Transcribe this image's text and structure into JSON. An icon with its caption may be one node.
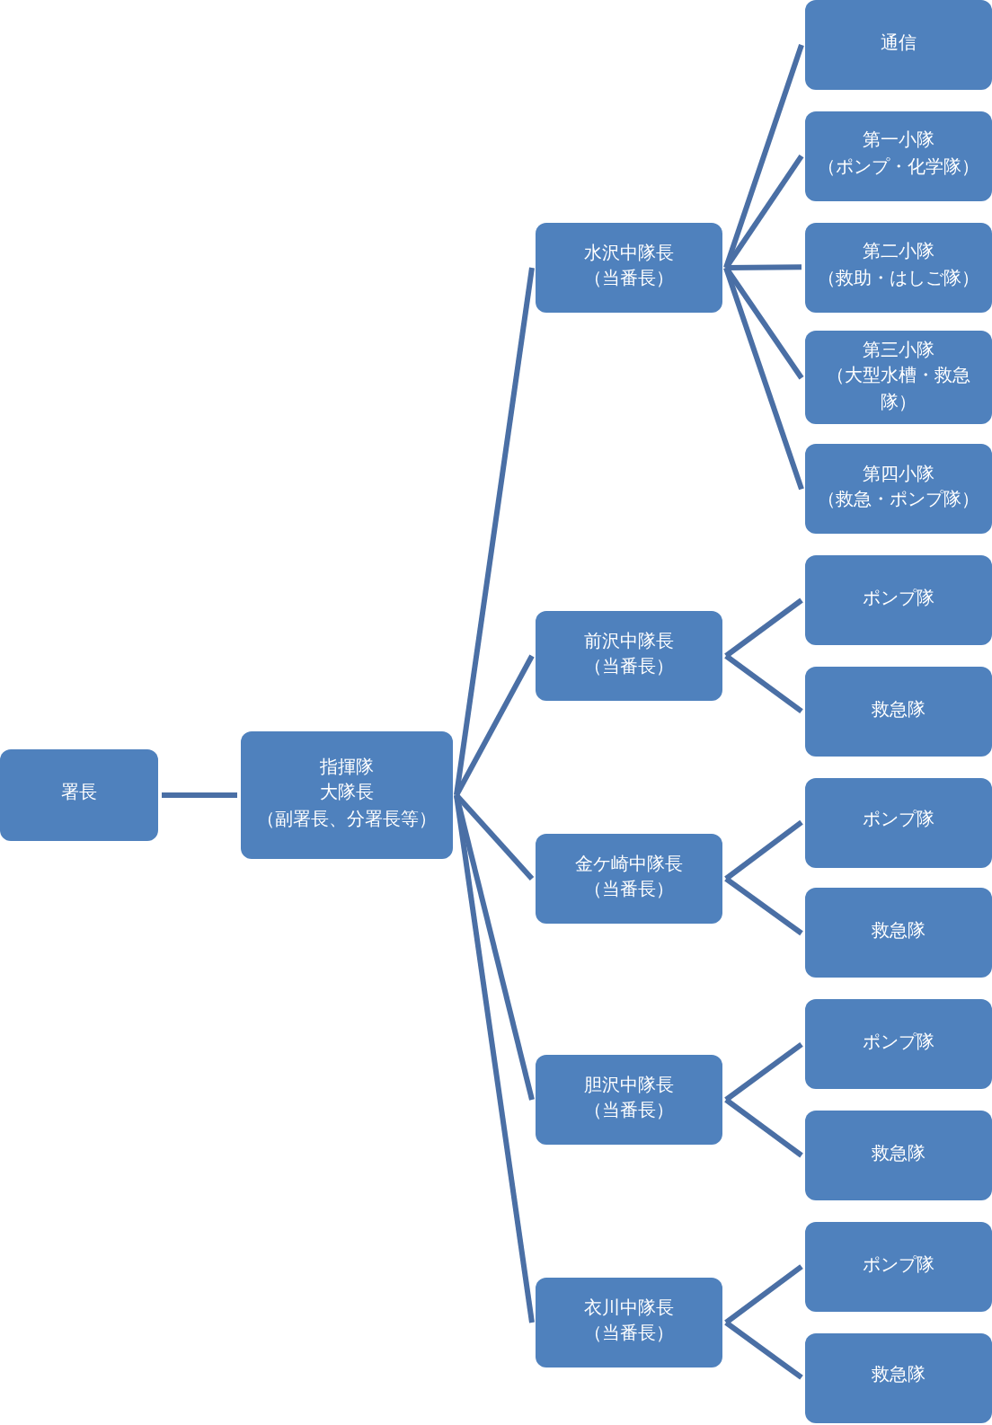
{
  "diagram": {
    "nodes": [
      {
        "text": [
          "署長"
        ]
      },
      {
        "text": [
          "指揮隊",
          "大隊長",
          "（副署長、分署長等）"
        ]
      },
      {
        "text": [
          "水沢中隊長",
          "（当番長）"
        ]
      },
      {
        "text": [
          "通信"
        ]
      },
      {
        "text": [
          "第一小隊",
          "（ポンプ・化学隊）"
        ]
      },
      {
        "text": [
          "第二小隊",
          "（救助・はしご隊）"
        ]
      },
      {
        "text": [
          "第三小隊",
          "（大型水槽・救急隊）"
        ]
      },
      {
        "text": [
          "第四小隊",
          "（救急・ポンプ隊）"
        ]
      },
      {
        "text": [
          "前沢中隊長",
          "（当番長）"
        ]
      },
      {
        "text": [
          "ポンプ隊"
        ]
      },
      {
        "text": [
          "救急隊"
        ]
      },
      {
        "text": [
          "金ケ崎中隊長",
          "（当番長）"
        ]
      },
      {
        "text": [
          "ポンプ隊"
        ]
      },
      {
        "text": [
          "救急隊"
        ]
      },
      {
        "text": [
          "胆沢中隊長",
          "（当番長）"
        ]
      },
      {
        "text": [
          "ポンプ隊"
        ]
      },
      {
        "text": [
          "救急隊"
        ]
      },
      {
        "text": [
          "衣川中隊長",
          "（当番長）"
        ]
      },
      {
        "text": [
          "ポンプ隊"
        ]
      },
      {
        "text": [
          "救急隊"
        ]
      }
    ],
    "edges": [
      {
        "from": 0,
        "to": 1,
        "arrow": "none"
      },
      {
        "from": 1,
        "to": 2,
        "arrow": "none"
      },
      {
        "from": 1,
        "to": 8,
        "arrow": "none"
      },
      {
        "from": 1,
        "to": 11,
        "arrow": "none"
      },
      {
        "from": 1,
        "to": 14,
        "arrow": "none"
      },
      {
        "from": 1,
        "to": 17,
        "arrow": "none"
      },
      {
        "from": 2,
        "to": 3,
        "arrow": "none"
      },
      {
        "from": 2,
        "to": 4,
        "arrow": "none"
      },
      {
        "from": 2,
        "to": 5,
        "arrow": "none"
      },
      {
        "from": 2,
        "to": 6,
        "arrow": "none"
      },
      {
        "from": 2,
        "to": 7,
        "arrow": "none"
      },
      {
        "from": 8,
        "to": 9,
        "arrow": "none"
      },
      {
        "from": 8,
        "to": 10,
        "arrow": "none"
      },
      {
        "from": 11,
        "to": 12,
        "arrow": "none"
      },
      {
        "from": 11,
        "to": 13,
        "arrow": "none"
      },
      {
        "from": 14,
        "to": 15,
        "arrow": "none"
      },
      {
        "from": 14,
        "to": 16,
        "arrow": "none"
      },
      {
        "from": 17,
        "to": 18,
        "arrow": "none"
      },
      {
        "from": 17,
        "to": 19,
        "arrow": "none"
      }
    ]
  }
}
